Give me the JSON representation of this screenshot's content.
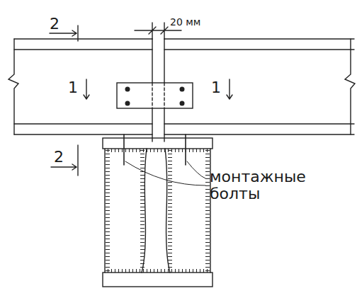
{
  "diagram": {
    "labels": [
      "2",
      "20 мм",
      "1",
      "1",
      "2",
      "монтажные болты"
    ]
  }
}
